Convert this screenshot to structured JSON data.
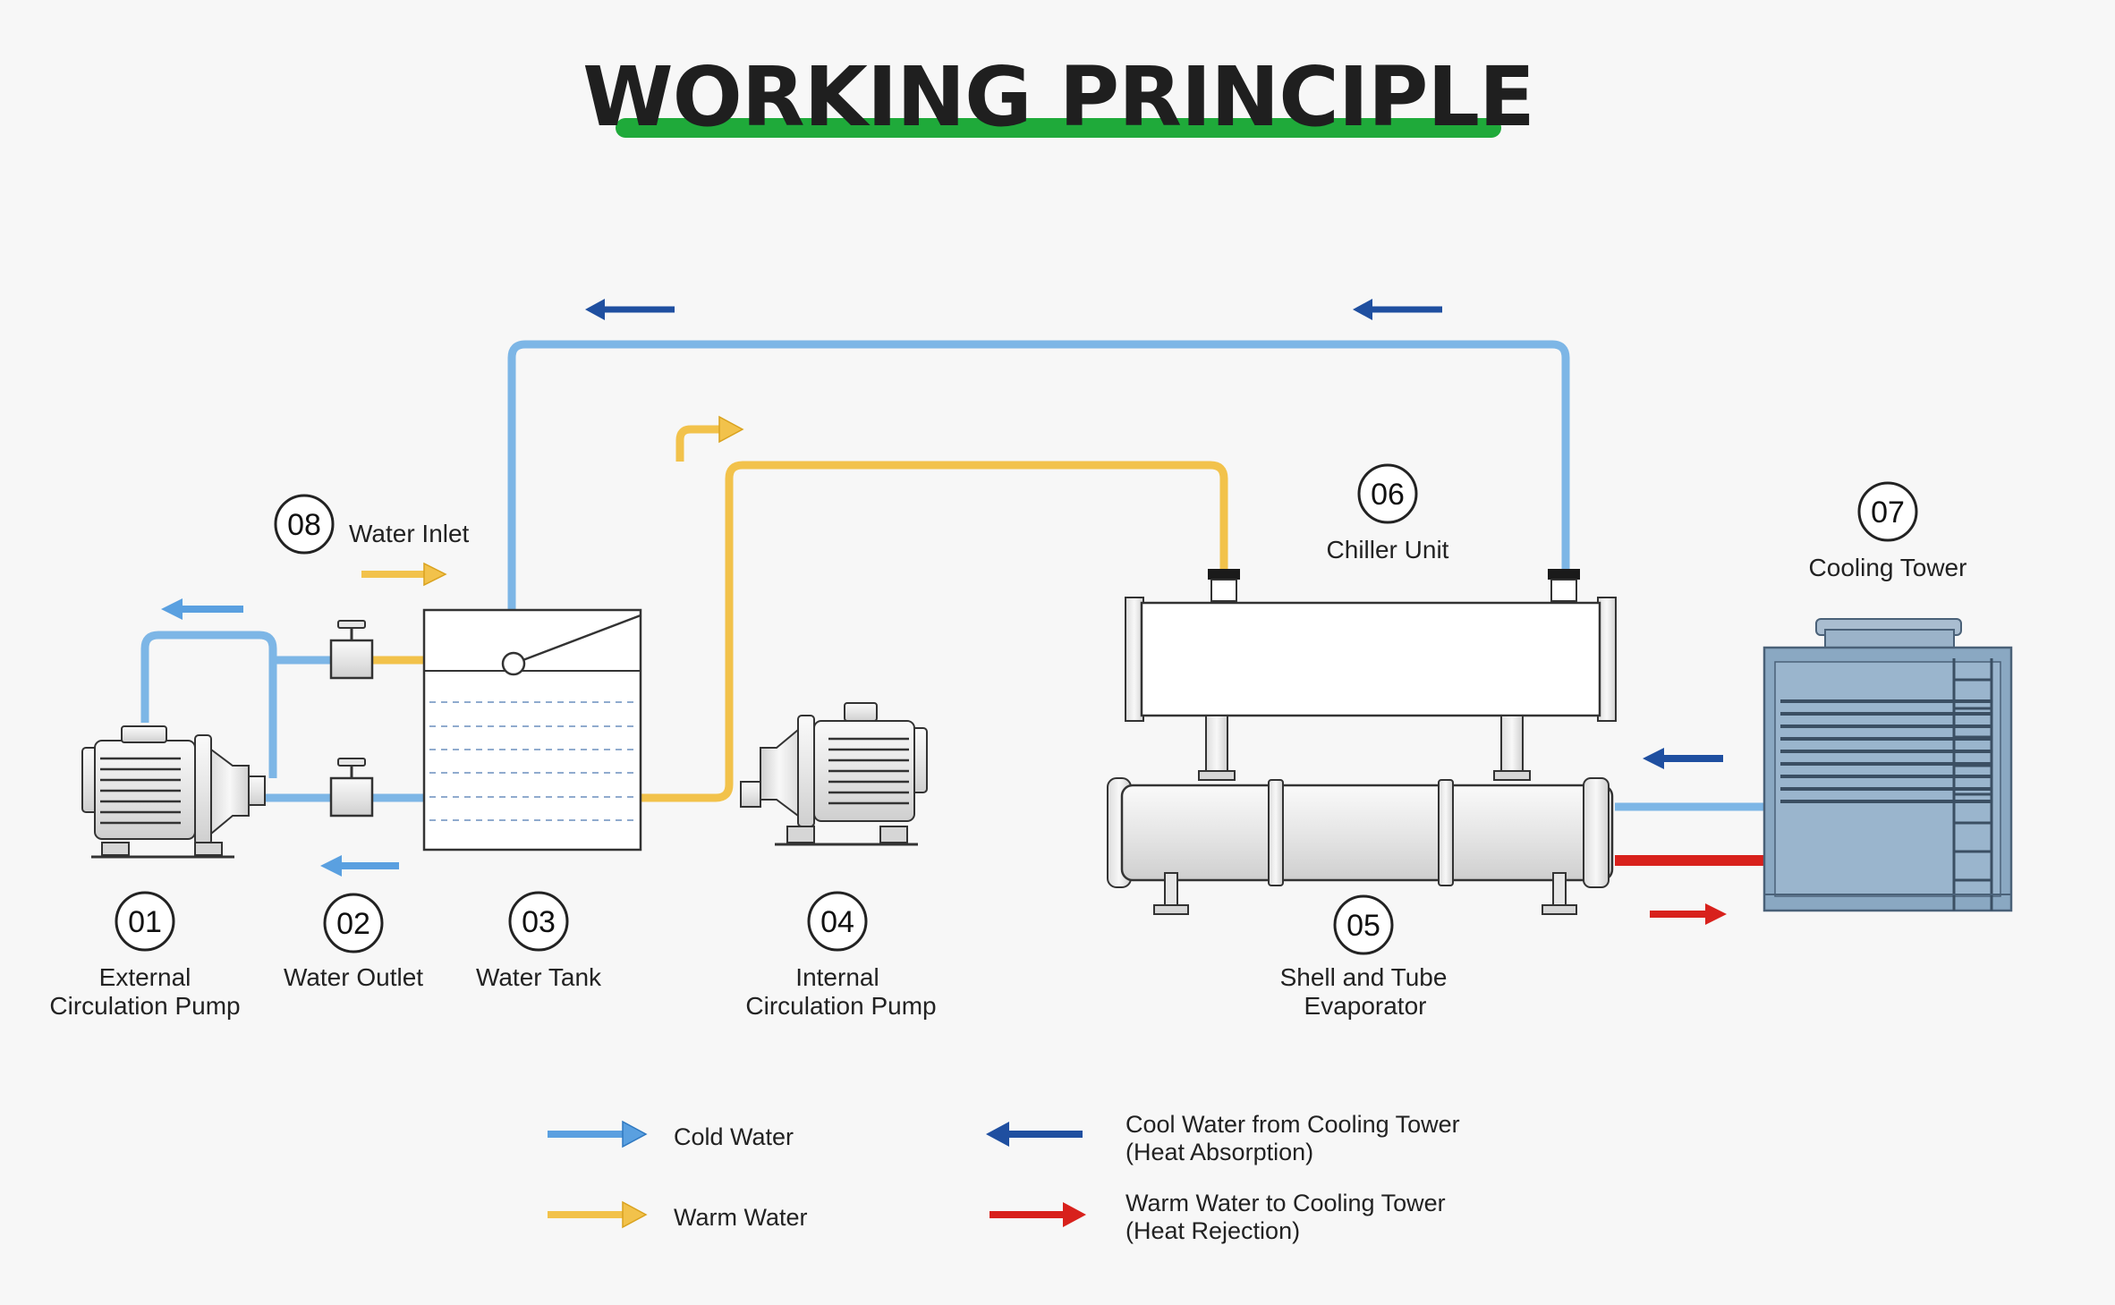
{
  "title": "WORKING PRINCIPLE",
  "colors": {
    "cold_water": "#7db6e6",
    "warm_water": "#f2c24b",
    "cool_from_tower": "#1f4fa0",
    "warm_to_tower": "#d8211c",
    "title_underline": "#1faa3a",
    "tower_body": "#8aa8c2"
  },
  "components": [
    {
      "number": "01",
      "label_line1": "External",
      "label_line2": "Circulation Pump"
    },
    {
      "number": "02",
      "label_line1": "Water Outlet",
      "label_line2": ""
    },
    {
      "number": "03",
      "label_line1": "Water Tank",
      "label_line2": ""
    },
    {
      "number": "04",
      "label_line1": "Internal",
      "label_line2": "Circulation Pump"
    },
    {
      "number": "05",
      "label_line1": "Shell and Tube",
      "label_line2": "Evaporator"
    },
    {
      "number": "06",
      "label_line1": "Chiller Unit",
      "label_line2": ""
    },
    {
      "number": "07",
      "label_line1": "Cooling Tower",
      "label_line2": ""
    },
    {
      "number": "08",
      "label_line1": "Water Inlet",
      "label_line2": ""
    }
  ],
  "legend": [
    {
      "icon": "light-blue-arrow-right-icon",
      "line1": "Cold Water",
      "line2": ""
    },
    {
      "icon": "yellow-arrow-right-icon",
      "line1": "Warm Water",
      "line2": ""
    },
    {
      "icon": "dark-blue-arrow-left-icon",
      "line1": "Cool Water from Cooling Tower",
      "line2": "(Heat Absorption)"
    },
    {
      "icon": "red-arrow-right-icon",
      "line1": "Warm Water to Cooling Tower",
      "line2": "(Heat Rejection)"
    }
  ]
}
